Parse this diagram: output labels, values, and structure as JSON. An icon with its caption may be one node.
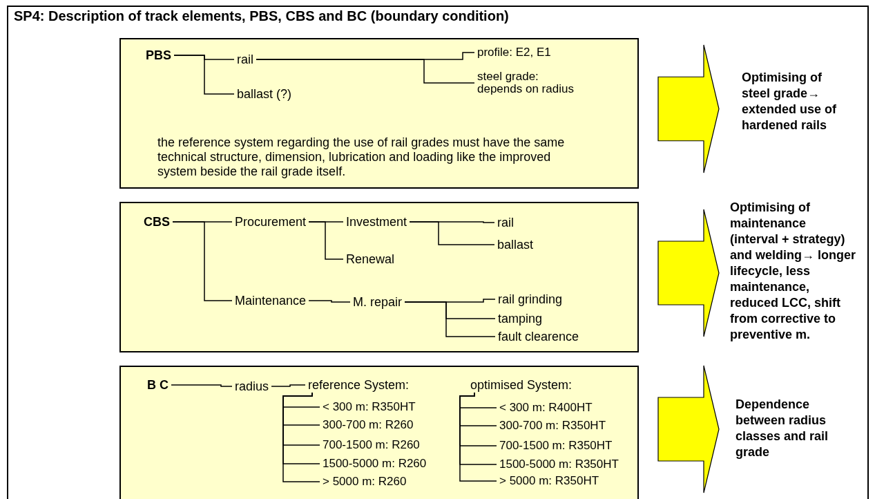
{
  "diagram": {
    "title": "SP4: Description of track elements, PBS, CBS and BC (boundary condition)",
    "nodes": [
      {
        "text": [
          "the reference system regarding the use of rail grades must have the same technical structure, dimension, lubrication and loading like the improved system beside the rail grade itself."
        ]
      },
      {
        "text": [
          "PBS"
        ],
        "in": 0
      },
      {
        "text": [
          "rail"
        ],
        "in": 0
      },
      {
        "text": [
          "ballast (?)"
        ],
        "in": 0
      },
      {
        "text": [
          "profile: E2, E1"
        ],
        "in": 0
      },
      {
        "text": [
          "steel grade: depends on radius"
        ],
        "in": 0
      },
      {
        "text": [],
        "shape": "arrow",
        "beside": [
          "Optimising of steel grade→ extended use of hardened rails"
        ]
      },
      {
        "text": [],
        "shape": "box"
      },
      {
        "text": [
          "CBS"
        ],
        "in": 7
      },
      {
        "text": [
          "Procurement"
        ],
        "in": 7
      },
      {
        "text": [
          "Maintenance"
        ],
        "in": 7
      },
      {
        "text": [
          "Investment"
        ],
        "in": 7
      },
      {
        "text": [
          "Renewal"
        ],
        "in": 7
      },
      {
        "text": [
          "rail"
        ],
        "in": 7
      },
      {
        "text": [
          "ballast"
        ],
        "in": 7
      },
      {
        "text": [
          "M. repair"
        ],
        "in": 7
      },
      {
        "text": [
          "rail grinding"
        ],
        "in": 7
      },
      {
        "text": [
          "tamping"
        ],
        "in": 7
      },
      {
        "text": [
          "fault clearence"
        ],
        "in": 7
      },
      {
        "text": [],
        "shape": "arrow",
        "beside": [
          "Optimising of maintenance (interval + strategy) and welding→ longer lifecycle, less maintenance, reduced LCC, shift from corrective to preventive m."
        ]
      },
      {
        "text": [],
        "shape": "box"
      },
      {
        "text": [
          "B C"
        ],
        "in": 20
      },
      {
        "text": [
          "radius"
        ],
        "in": 20
      },
      {
        "text": [
          "reference System:"
        ],
        "in": 20
      },
      {
        "text": [
          "optimised System:"
        ],
        "in": 20
      },
      {
        "text": [
          "< 300 m: R350HT"
        ],
        "in": 20
      },
      {
        "text": [
          "300-700 m: R260"
        ],
        "in": 20
      },
      {
        "text": [
          "700-1500 m: R260"
        ],
        "in": 20
      },
      {
        "text": [
          "1500-5000 m: R260"
        ],
        "in": 20
      },
      {
        "text": [
          "> 5000 m: R260"
        ],
        "in": 20
      },
      {
        "text": [
          "< 300 m: R400HT"
        ],
        "in": 20
      },
      {
        "text": [
          "300-700 m: R350HT"
        ],
        "in": 20
      },
      {
        "text": [
          "700-1500 m: R350HT"
        ],
        "in": 20
      },
      {
        "text": [
          "1500-5000 m: R350HT"
        ],
        "in": 20
      },
      {
        "text": [
          "> 5000 m: R350HT"
        ],
        "in": 20
      },
      {
        "text": [],
        "shape": "arrow",
        "beside": [
          "Dependence between radius classes and rail grade"
        ]
      }
    ],
    "edges": [
      {
        "from": 1,
        "to": 2,
        "arrow": "none"
      },
      {
        "from": 1,
        "to": 3,
        "arrow": "none"
      },
      {
        "from": 2,
        "to": 4,
        "arrow": "none"
      },
      {
        "from": 2,
        "to": 5,
        "arrow": "none"
      },
      {
        "from": 8,
        "to": 9,
        "arrow": "none"
      },
      {
        "from": 8,
        "to": 10,
        "arrow": "none"
      },
      {
        "from": 9,
        "to": 11,
        "arrow": "none"
      },
      {
        "from": 9,
        "to": 12,
        "arrow": "none"
      },
      {
        "from": 11,
        "to": 13,
        "arrow": "none"
      },
      {
        "from": 11,
        "to": 14,
        "arrow": "none"
      },
      {
        "from": 10,
        "to": 15,
        "arrow": "none"
      },
      {
        "from": 15,
        "to": 16,
        "arrow": "none"
      },
      {
        "from": 15,
        "to": 17,
        "arrow": "none"
      },
      {
        "from": 15,
        "to": 18,
        "arrow": "none"
      },
      {
        "from": 21,
        "to": 22,
        "arrow": "none"
      },
      {
        "from": 22,
        "to": 23,
        "arrow": "none"
      },
      {
        "from": 23,
        "to": 25,
        "arrow": "none"
      },
      {
        "from": 23,
        "to": 26,
        "arrow": "none"
      },
      {
        "from": 23,
        "to": 27,
        "arrow": "none"
      },
      {
        "from": 23,
        "to": 28,
        "arrow": "none"
      },
      {
        "from": 23,
        "to": 29,
        "arrow": "none"
      },
      {
        "from": 24,
        "to": 30,
        "arrow": "none"
      },
      {
        "from": 24,
        "to": 31,
        "arrow": "none"
      },
      {
        "from": 24,
        "to": 32,
        "arrow": "none"
      },
      {
        "from": 24,
        "to": 33,
        "arrow": "none"
      },
      {
        "from": 24,
        "to": 34,
        "arrow": "none"
      }
    ]
  }
}
